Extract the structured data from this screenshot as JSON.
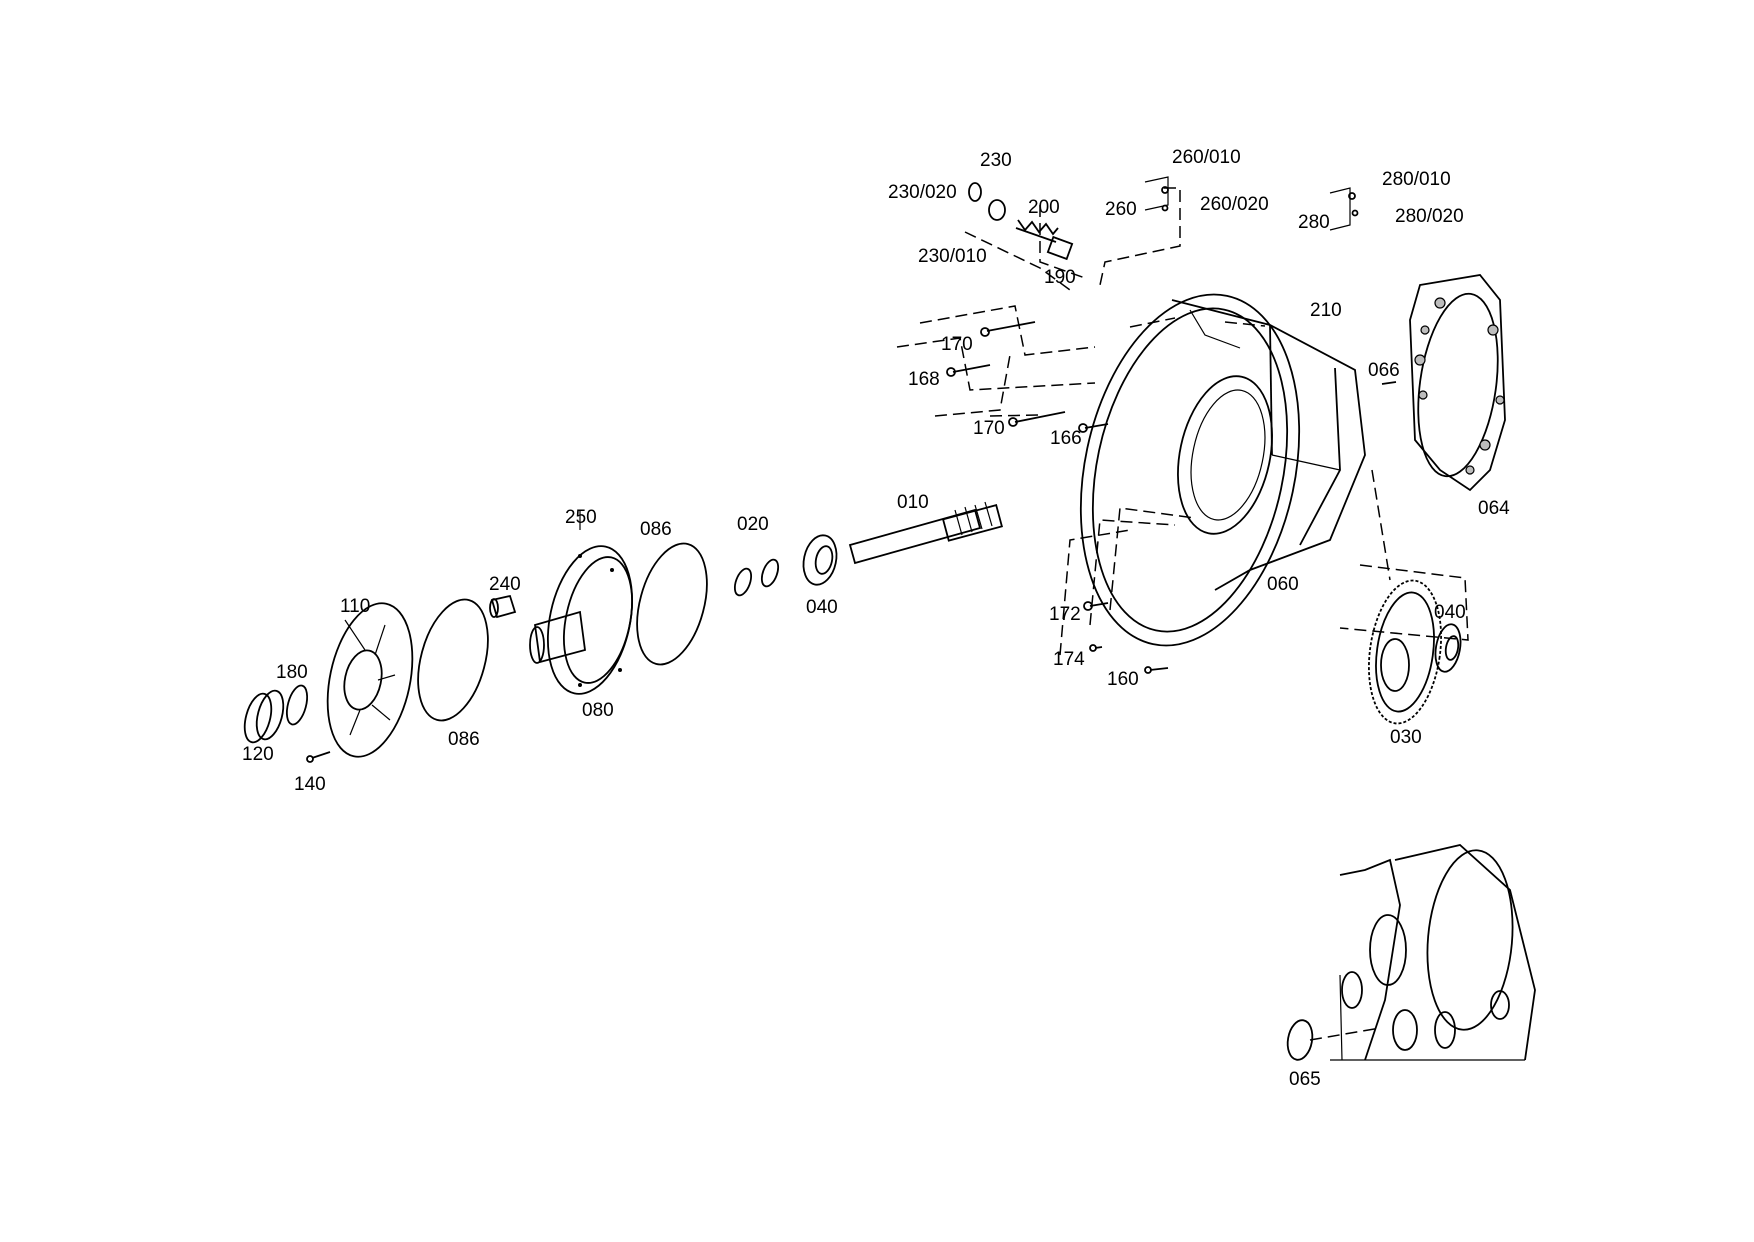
{
  "labels": {
    "l230": "230",
    "l230_020": "230/020",
    "l230_010": "230/010",
    "l200": "200",
    "l190": "190",
    "l260_010": "260/010",
    "l260": "260",
    "l260_020": "260/020",
    "l280_010": "280/010",
    "l280": "280",
    "l280_020": "280/020",
    "l210": "210",
    "l170a": "170",
    "l168": "168",
    "l170b": "170",
    "l166": "166",
    "l066": "066",
    "l064": "064",
    "l010": "010",
    "l020": "020",
    "l040a": "040",
    "l086a": "086",
    "l250": "250",
    "l240": "240",
    "l080": "080",
    "l110": "110",
    "l180": "180",
    "l120": "120",
    "l140": "140",
    "l086b": "086",
    "l060": "060",
    "l172": "172",
    "l174": "174",
    "l160": "160",
    "l040b": "040",
    "l030": "030",
    "l065": "065"
  }
}
